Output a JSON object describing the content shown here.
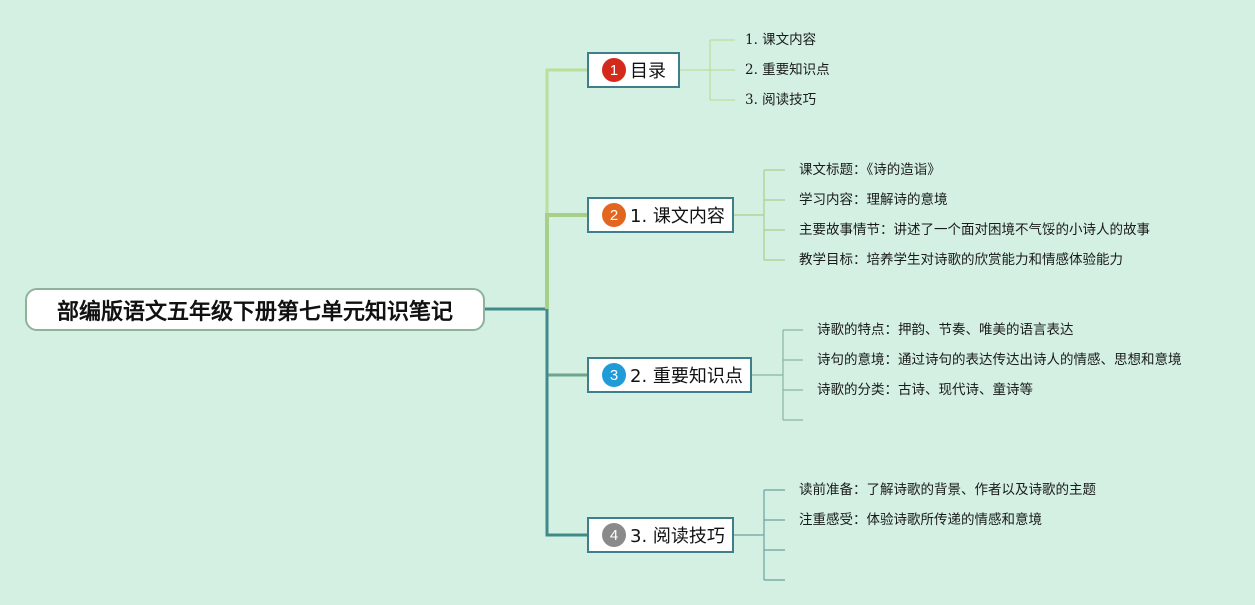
{
  "root": {
    "title": "部编版语文五年级下册第七单元知识笔记"
  },
  "branches": [
    {
      "badge": "1",
      "label": "目录",
      "badge_color": "#d42a1c",
      "children": [
        "1. 课文内容",
        "2. 重要知识点",
        "3. 阅读技巧"
      ]
    },
    {
      "badge": "2",
      "label": "1. 课文内容",
      "badge_color": "#e3661e",
      "children": [
        "课文标题：《诗的造诣》",
        "学习内容：理解诗的意境",
        "主要故事情节：讲述了一个面对困境不气馁的小诗人的故事",
        "教学目标：培养学生对诗歌的欣赏能力和情感体验能力"
      ]
    },
    {
      "badge": "3",
      "label": "2. 重要知识点",
      "badge_color": "#1f9bd8",
      "children": [
        "诗歌的特点：押韵、节奏、唯美的语言表达",
        "诗句的意境：通过诗句的表达传达出诗人的情感、思想和意境",
        "诗歌的分类：古诗、现代诗、童诗等",
        ""
      ]
    },
    {
      "badge": "4",
      "label": "3. 阅读技巧",
      "badge_color": "#8a8a8a",
      "children": [
        "读前准备：了解诗歌的背景、作者以及诗歌的主题",
        "注重感受：体验诗歌所传递的情感和意境",
        "",
        ""
      ]
    }
  ],
  "colors": {
    "background": "#d3f0e3",
    "trunk": "#3f8a8a",
    "branch1": "#b8e09a",
    "branch2": "#a6d08a",
    "branch3": "#6ea58a",
    "branch4": "#3f8a8a"
  }
}
